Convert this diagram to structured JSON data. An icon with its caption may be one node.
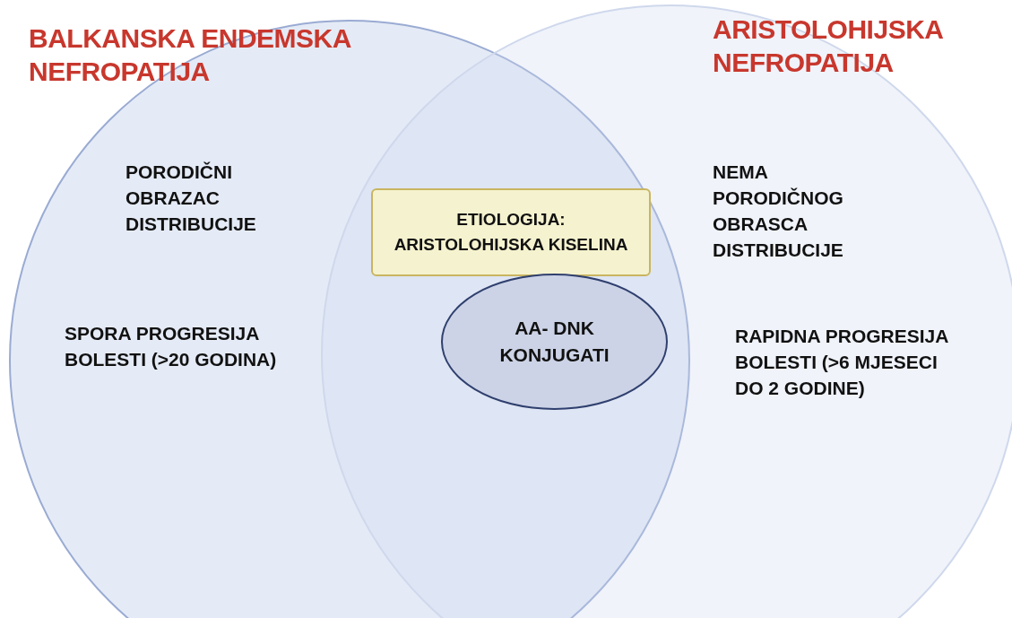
{
  "diagram": {
    "nodes": [
      {
        "text": [
          "BALKANSKA ENDEMSKA NEFROPATIJA",
          "PORODIČNI OBRAZAC DISTRIBUCIJE",
          "SPORA PROGRESIJA BOLESTI (>20 GODINA)"
        ]
      },
      {
        "text": [
          "ARISTOLOHIJSKA NEFROPATIJA",
          "NEMA PORODIČNOG OBRASCA DISTRIBUCIJE",
          "RAPIDNA PROGRESIJA BOLESTI (>6 MJESECI DO 2 GODINE)"
        ]
      },
      {
        "text": [
          "ETIOLOGIJA: ARISTOLOHIJSKA KISELINA"
        ]
      },
      {
        "text": [
          "AA- DNK KONJUGATI"
        ]
      }
    ],
    "edges": []
  }
}
